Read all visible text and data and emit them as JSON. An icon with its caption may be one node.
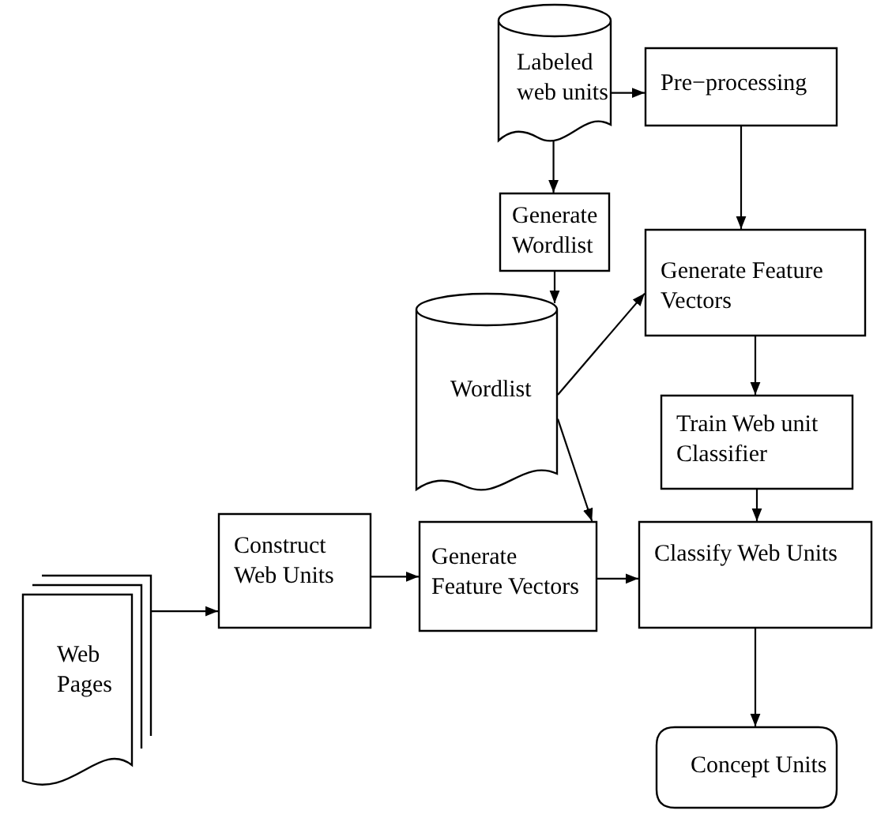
{
  "diagram": {
    "nodes": [
      {
        "text": [
          "Labeled web units"
        ]
      },
      {
        "text": [
          "Pre−processing"
        ]
      },
      {
        "text": [
          "Generate Wordlist"
        ]
      },
      {
        "text": [
          "Generate Feature Vectors"
        ]
      },
      {
        "text": [
          "Wordlist"
        ]
      },
      {
        "text": [
          "Train Web unit Classifier"
        ]
      },
      {
        "text": [
          "Web Pages"
        ]
      },
      {
        "text": [
          "Construct Web Units"
        ]
      },
      {
        "text": [
          "Generate Feature Vectors"
        ]
      },
      {
        "text": [
          "Classify Web Units"
        ]
      },
      {
        "text": [
          "Concept Units"
        ]
      }
    ],
    "edges": [
      {
        "from": 0,
        "to": 1,
        "arrow": "to"
      },
      {
        "from": 0,
        "to": 2,
        "arrow": "to"
      },
      {
        "from": 1,
        "to": 3,
        "arrow": "to"
      },
      {
        "from": 2,
        "to": 4,
        "arrow": "to"
      },
      {
        "from": 4,
        "to": 3,
        "arrow": "to"
      },
      {
        "from": 4,
        "to": 8,
        "arrow": "to"
      },
      {
        "from": 3,
        "to": 5,
        "arrow": "to"
      },
      {
        "from": 5,
        "to": 9,
        "arrow": "to"
      },
      {
        "from": 6,
        "to": 7,
        "arrow": "to"
      },
      {
        "from": 7,
        "to": 8,
        "arrow": "to"
      },
      {
        "from": 8,
        "to": 9,
        "arrow": "to"
      },
      {
        "from": 9,
        "to": 10,
        "arrow": "to"
      }
    ]
  }
}
